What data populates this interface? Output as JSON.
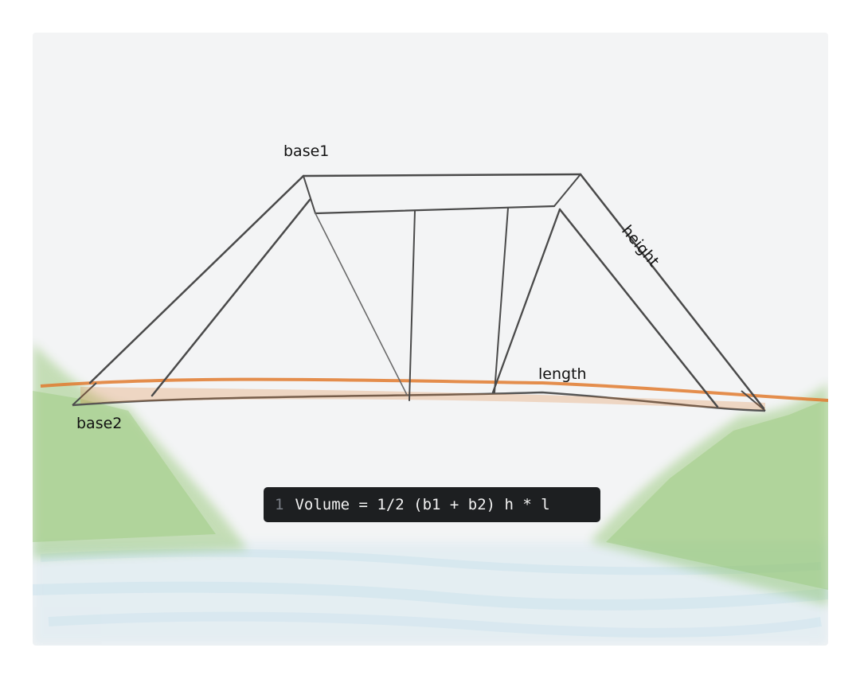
{
  "labels": {
    "base1": "base1",
    "base2": "base2",
    "height": "height",
    "length": "length"
  },
  "code_block": {
    "line_number": "1",
    "code": "Volume = 1/2 (b1 + b2) h * l"
  },
  "colors": {
    "paper": "#f3f4f5",
    "pencil": "#4a4a4a",
    "deck": "#e07a2e",
    "grass": "#8cc26a",
    "water": "#a9d3e6",
    "code_bg": "#1d1f21",
    "code_text": "#f2f2f2",
    "line_number": "#7a7f86"
  }
}
